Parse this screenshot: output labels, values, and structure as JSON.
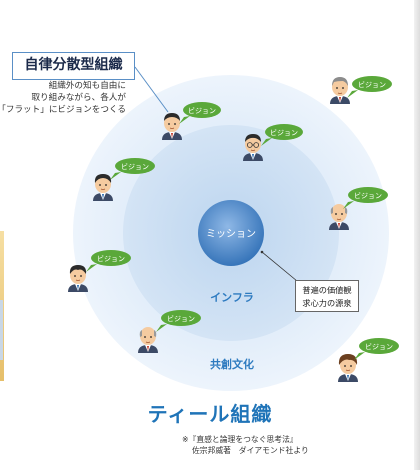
{
  "callout": {
    "title": "自律分散型組織",
    "lines": [
      "組織外の知も自由に",
      "取り組みながら、各人が",
      "「フラット」にビジョンをつくる"
    ]
  },
  "rings": {
    "outer_label": "共創文化",
    "middle_label": "インフラ",
    "core_label": "ミッション"
  },
  "info_box": {
    "lines": [
      "普遍の価値観",
      "求心力の源泉"
    ]
  },
  "bubble_label": "ビジョン",
  "title": "ティール組織",
  "note": {
    "line1": "※『直感と論理をつなぐ思考法』",
    "line2": "佐宗邦威著　ダイアモンド社より"
  },
  "colors": {
    "outer_ring": "#e7f0fb",
    "middle_ring": "#c9ddf2",
    "core_start": "#8fb8e6",
    "core_end": "#2f6fb6",
    "bubble": "#5aa83a",
    "title": "#1f74b8",
    "label": "#2e7bc0"
  }
}
